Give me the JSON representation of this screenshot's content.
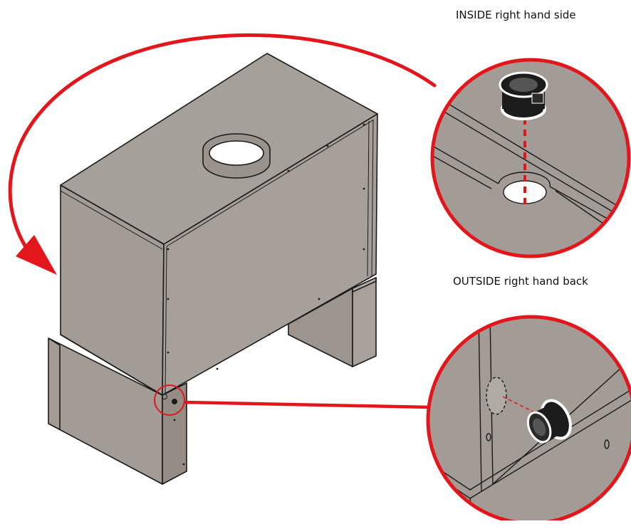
{
  "callouts": {
    "inside": {
      "label": "INSIDE right hand side"
    },
    "outside": {
      "label": "OUTSIDE right hand back"
    }
  },
  "colors": {
    "panel": "#a39b95",
    "panel_light": "#aca59f",
    "panel_dark": "#958c86",
    "accent": "#e3161b",
    "outline": "#1a1a1a",
    "bushing": "#1c1c1c"
  },
  "icons": {
    "bushing": "grommet-bushing",
    "arrow": "curved-arrow"
  }
}
